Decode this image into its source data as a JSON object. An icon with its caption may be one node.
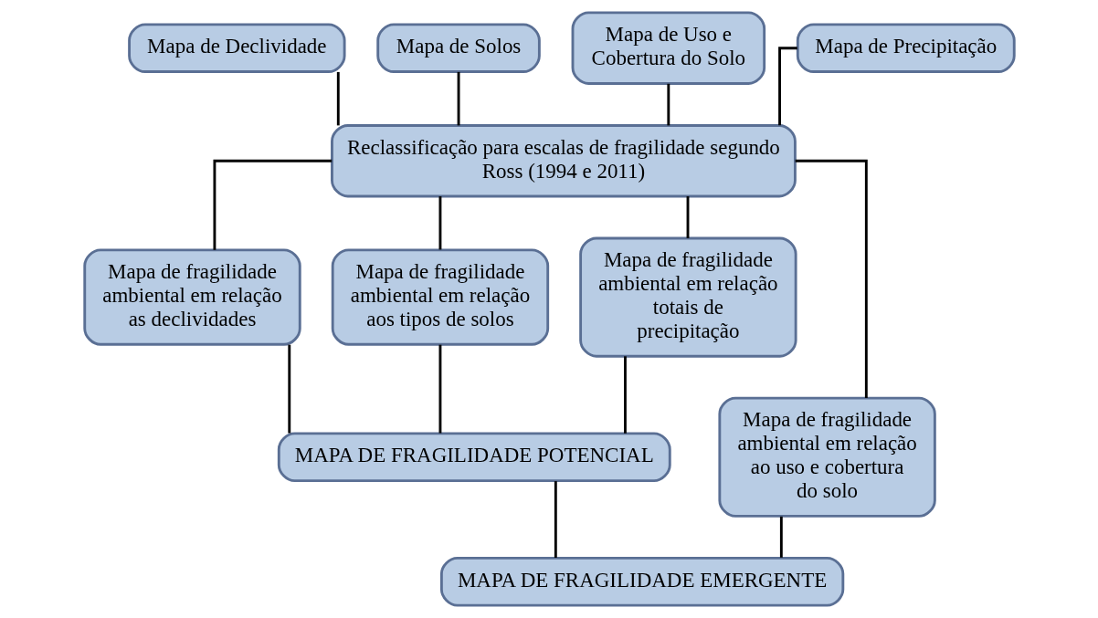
{
  "diagram": {
    "nodes": [
      {
        "text": [
          "Mapa de Declividade"
        ]
      },
      {
        "text": [
          "Mapa de Solos"
        ]
      },
      {
        "text": [
          "Mapa de Uso e Cobertura do Solo"
        ]
      },
      {
        "text": [
          "Mapa de Precipitação"
        ]
      },
      {
        "text": [
          "Reclassificação para escalas de fragilidade segundo Ross (1994 e 2011)"
        ]
      },
      {
        "text": [
          "Mapa de fragilidade ambiental em relação as declividades"
        ]
      },
      {
        "text": [
          "Mapa de fragilidade ambiental em relação aos tipos de solos"
        ]
      },
      {
        "text": [
          "Mapa de fragilidade ambiental em relação totais de precipitação"
        ]
      },
      {
        "text": [
          "Mapa de fragilidade ambiental em relação ao uso e cobertura do solo"
        ]
      },
      {
        "text": [
          "MAPA DE FRAGILIDADE POTENCIAL"
        ]
      },
      {
        "text": [
          "MAPA DE FRAGILIDADE EMERGENTE"
        ]
      }
    ],
    "edges": [
      {
        "from": 0,
        "to": 4,
        "arrow": "none"
      },
      {
        "from": 1,
        "to": 4,
        "arrow": "none"
      },
      {
        "from": 2,
        "to": 4,
        "arrow": "none"
      },
      {
        "from": 3,
        "to": 4,
        "arrow": "none"
      },
      {
        "from": 4,
        "to": 5,
        "arrow": "none"
      },
      {
        "from": 4,
        "to": 6,
        "arrow": "none"
      },
      {
        "from": 4,
        "to": 7,
        "arrow": "none"
      },
      {
        "from": 4,
        "to": 8,
        "arrow": "none"
      },
      {
        "from": 5,
        "to": 9,
        "arrow": "none"
      },
      {
        "from": 6,
        "to": 9,
        "arrow": "none"
      },
      {
        "from": 7,
        "to": 9,
        "arrow": "none"
      },
      {
        "from": 9,
        "to": 10,
        "arrow": "none"
      },
      {
        "from": 8,
        "to": 10,
        "arrow": "none"
      }
    ]
  }
}
